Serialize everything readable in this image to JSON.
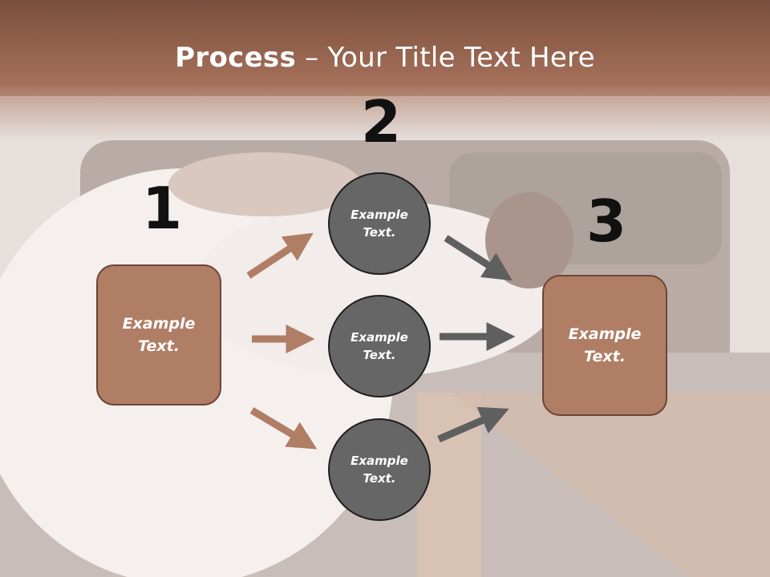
{
  "title": {
    "bold": "Process",
    "rest": " – Your Title Text Here"
  },
  "steps": [
    {
      "number": "1",
      "box_text": "Example Text."
    },
    {
      "number": "2",
      "circles": [
        "Example Text.",
        "Example Text.",
        "Example Text."
      ]
    },
    {
      "number": "3",
      "box_text": "Example Text."
    }
  ],
  "colors": {
    "header": "#9c6650",
    "box_fill": "#b07d65",
    "box_border": "#6e4436",
    "circle_fill": "#666666",
    "arrow_left": "#b07d65",
    "arrow_right": "#5f5f5f"
  }
}
